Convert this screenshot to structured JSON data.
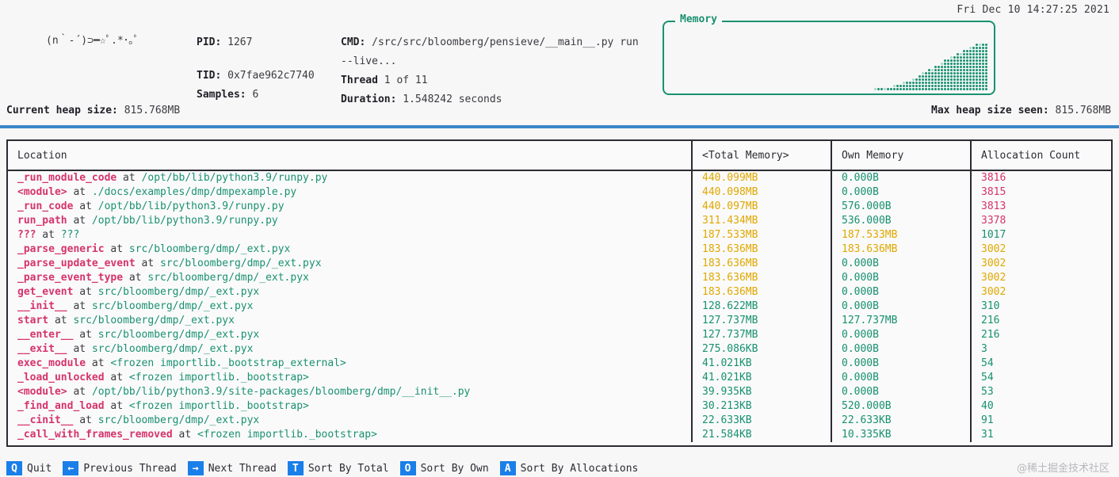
{
  "header": {
    "datetime": "Fri Dec 10 14:27:25 2021",
    "ascii_art": "(n｀-´)⊃━☆ﾟ.*･｡ﾟ",
    "pid_label": "PID:",
    "pid_value": "1267",
    "tid_label": "TID:",
    "tid_value": "0x7fae962c7740",
    "samples_label": "Samples:",
    "samples_value": "6",
    "cmd_label": "CMD:",
    "cmd_value": "/src/src/bloomberg/pensieve/__main__.py run",
    "cmd_value_line2": "--live...",
    "thread_label": "Thread",
    "thread_value": "1 of 11",
    "duration_label": "Duration:",
    "duration_value": "1.548242 seconds"
  },
  "memory_panel": {
    "title": "Memory",
    "border_color": "#1a9171"
  },
  "heap": {
    "current_label": "Current heap size:",
    "current_value": "815.768MB",
    "max_label": "Max heap size seen:",
    "max_value": "815.768MB",
    "rule_color": "#3a87c8"
  },
  "table": {
    "columns": [
      "Location",
      "<Total Memory>",
      "Own Memory",
      "Allocation Count"
    ],
    "rows": [
      {
        "fn": "_run_module_code",
        "at": "at",
        "path": "/opt/bb/lib/python3.9/runpy.py",
        "total": "440.099MB",
        "total_c": "v-yellow",
        "own": "0.000B",
        "own_c": "v-green",
        "alloc": "3816",
        "alloc_c": "v-red"
      },
      {
        "fn": "<module>",
        "at": "at",
        "path": "./docs/examples/dmp/dmpexample.py",
        "total": "440.098MB",
        "total_c": "v-yellow",
        "own": "0.000B",
        "own_c": "v-green",
        "alloc": "3815",
        "alloc_c": "v-red"
      },
      {
        "fn": "_run_code",
        "at": "at",
        "path": "/opt/bb/lib/python3.9/runpy.py",
        "total": "440.097MB",
        "total_c": "v-yellow",
        "own": "576.000B",
        "own_c": "v-green",
        "alloc": "3813",
        "alloc_c": "v-red"
      },
      {
        "fn": "run_path",
        "at": "at",
        "path": "/opt/bb/lib/python3.9/runpy.py",
        "total": "311.434MB",
        "total_c": "v-yellow",
        "own": "536.000B",
        "own_c": "v-green",
        "alloc": "3378",
        "alloc_c": "v-red"
      },
      {
        "fn": "???",
        "at": "at",
        "path": "???",
        "total": "187.533MB",
        "total_c": "v-yellow",
        "own": "187.533MB",
        "own_c": "v-yellow",
        "alloc": "1017",
        "alloc_c": "v-green"
      },
      {
        "fn": "_parse_generic",
        "at": "at",
        "path": "src/bloomberg/dmp/_ext.pyx",
        "total": "183.636MB",
        "total_c": "v-yellow",
        "own": "183.636MB",
        "own_c": "v-yellow",
        "alloc": "3002",
        "alloc_c": "v-yellow"
      },
      {
        "fn": "_parse_update_event",
        "at": "at",
        "path": "src/bloomberg/dmp/_ext.pyx",
        "total": "183.636MB",
        "total_c": "v-yellow",
        "own": "0.000B",
        "own_c": "v-green",
        "alloc": "3002",
        "alloc_c": "v-yellow"
      },
      {
        "fn": "_parse_event_type",
        "at": "at",
        "path": "src/bloomberg/dmp/_ext.pyx",
        "total": "183.636MB",
        "total_c": "v-yellow",
        "own": "0.000B",
        "own_c": "v-green",
        "alloc": "3002",
        "alloc_c": "v-yellow"
      },
      {
        "fn": "get_event",
        "at": "at",
        "path": "src/bloomberg/dmp/_ext.pyx",
        "total": "183.636MB",
        "total_c": "v-yellow",
        "own": "0.000B",
        "own_c": "v-green",
        "alloc": "3002",
        "alloc_c": "v-yellow"
      },
      {
        "fn": "__init__",
        "at": "at",
        "path": "src/bloomberg/dmp/_ext.pyx",
        "total": "128.622MB",
        "total_c": "v-green",
        "own": "0.000B",
        "own_c": "v-green",
        "alloc": "310",
        "alloc_c": "v-green"
      },
      {
        "fn": "start",
        "at": "at",
        "path": "src/bloomberg/dmp/_ext.pyx",
        "total": "127.737MB",
        "total_c": "v-green",
        "own": "127.737MB",
        "own_c": "v-green",
        "alloc": "216",
        "alloc_c": "v-green"
      },
      {
        "fn": "__enter__",
        "at": "at",
        "path": "src/bloomberg/dmp/_ext.pyx",
        "total": "127.737MB",
        "total_c": "v-green",
        "own": "0.000B",
        "own_c": "v-green",
        "alloc": "216",
        "alloc_c": "v-green"
      },
      {
        "fn": "__exit__",
        "at": "at",
        "path": "src/bloomberg/dmp/_ext.pyx",
        "total": "275.086KB",
        "total_c": "v-green",
        "own": "0.000B",
        "own_c": "v-green",
        "alloc": "3",
        "alloc_c": "v-green"
      },
      {
        "fn": "exec_module",
        "at": "at",
        "path": "<frozen importlib._bootstrap_external>",
        "total": "41.021KB",
        "total_c": "v-green",
        "own": "0.000B",
        "own_c": "v-green",
        "alloc": "54",
        "alloc_c": "v-green"
      },
      {
        "fn": "_load_unlocked",
        "at": "at",
        "path": "<frozen importlib._bootstrap>",
        "total": "41.021KB",
        "total_c": "v-green",
        "own": "0.000B",
        "own_c": "v-green",
        "alloc": "54",
        "alloc_c": "v-green"
      },
      {
        "fn": "<module>",
        "at": "at",
        "path": "/opt/bb/lib/python3.9/site-packages/bloomberg/dmp/__init__.py",
        "total": "39.935KB",
        "total_c": "v-green",
        "own": "0.000B",
        "own_c": "v-green",
        "alloc": "53",
        "alloc_c": "v-green"
      },
      {
        "fn": "_find_and_load",
        "at": "at",
        "path": "<frozen importlib._bootstrap>",
        "total": "30.213KB",
        "total_c": "v-green",
        "own": "520.000B",
        "own_c": "v-green",
        "alloc": "40",
        "alloc_c": "v-green"
      },
      {
        "fn": "__cinit__",
        "at": "at",
        "path": "src/bloomberg/dmp/_ext.pyx",
        "total": "22.633KB",
        "total_c": "v-green",
        "own": "22.633KB",
        "own_c": "v-green",
        "alloc": "91",
        "alloc_c": "v-green"
      },
      {
        "fn": "_call_with_frames_removed",
        "at": "at",
        "path": "<frozen importlib._bootstrap>",
        "total": "21.584KB",
        "total_c": "v-green",
        "own": "10.335KB",
        "own_c": "v-green",
        "alloc": "31",
        "alloc_c": "v-green"
      }
    ]
  },
  "footer": {
    "shortcuts": [
      {
        "key": "Q",
        "label": "Quit"
      },
      {
        "key": "←",
        "label": "Previous Thread"
      },
      {
        "key": "→",
        "label": "Next Thread"
      },
      {
        "key": "T",
        "label": "Sort By Total"
      },
      {
        "key": "O",
        "label": "Sort By Own"
      },
      {
        "key": "A",
        "label": "Sort By Allocations"
      }
    ],
    "key_color": "#1a7fe8",
    "watermark": "@稀土掘金技术社区"
  }
}
